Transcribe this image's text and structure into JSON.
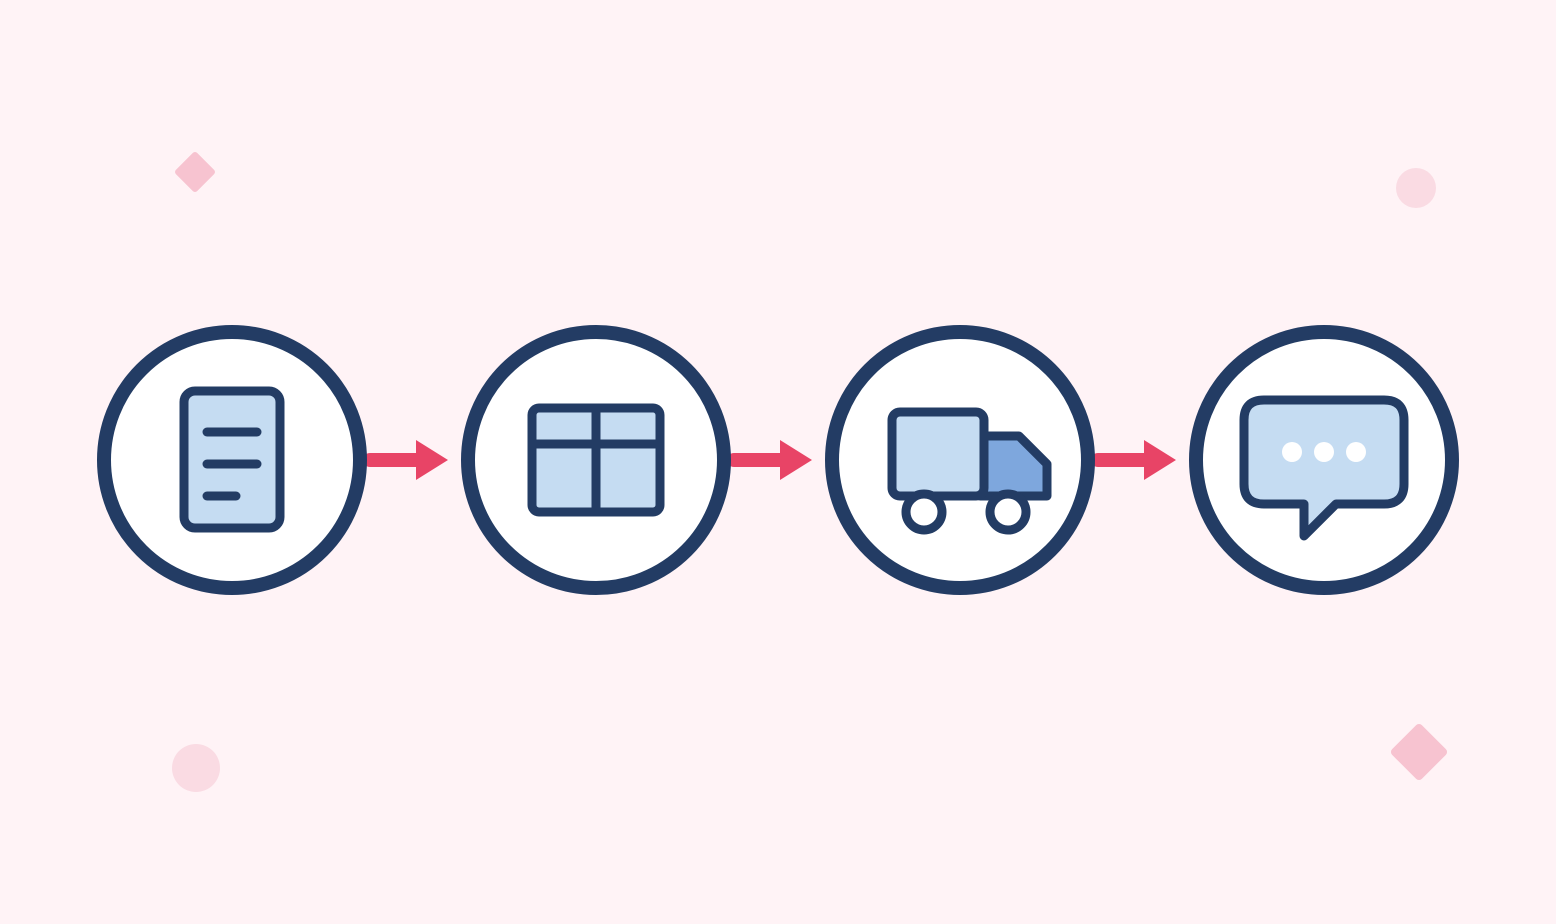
{
  "colors": {
    "background": "#fff3f6",
    "outline": "#233c64",
    "fill_light": "#c5dcf2",
    "fill_mid": "#7ea7dd",
    "circle_fill": "#ffffff",
    "arrow": "#e84466",
    "decor_diamond": "#f7c3d0",
    "decor_dot": "#fadbe3"
  },
  "flow": {
    "steps": [
      {
        "name": "document",
        "icon": "document-icon"
      },
      {
        "name": "table",
        "icon": "table-icon"
      },
      {
        "name": "delivery",
        "icon": "truck-icon"
      },
      {
        "name": "message",
        "icon": "chat-bubble-icon"
      }
    ],
    "connector_icon": "arrow-right-icon"
  }
}
